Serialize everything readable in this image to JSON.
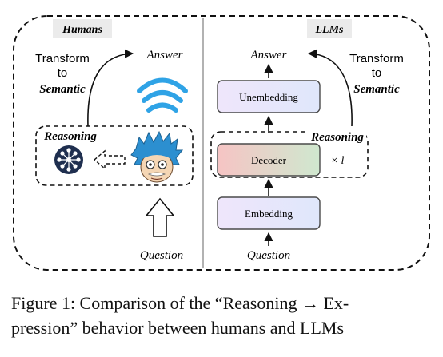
{
  "humans": {
    "label": "Humans",
    "output_label": "Answer",
    "transform_line1": "Transform",
    "transform_line2": "to",
    "transform_line3": "Semantic",
    "reasoning_label": "Reasoning",
    "input_label": "Question"
  },
  "llms": {
    "label": "LLMs",
    "output_label": "Answer",
    "transform_line1": "Transform",
    "transform_line2": "to",
    "transform_line3": "Semantic",
    "reasoning_label": "Reasoning",
    "input_label": "Question",
    "blocks": {
      "unembedding": "Unembedding",
      "decoder": "Decoder",
      "embedding": "Embedding"
    },
    "repeat_label": "× l"
  },
  "caption": {
    "line1": "Figure 1: Comparison of the “Reasoning → Ex-",
    "line2": "pression” behavior between humans and LLMs"
  },
  "colors": {
    "block_fill": "#e8e8fb",
    "block_stroke": "#4a4a4a",
    "decoder_gradient_start": "#f6c4c4",
    "decoder_gradient_end": "#cfe8cf",
    "brain_icon": "#1f2f4f",
    "signal_icon": "#2fa3e6",
    "hair": "#2c8fd0"
  },
  "icons": {
    "speech": "signal-waves-icon",
    "brain": "neural-network-icon",
    "human": "einstein-face-icon",
    "arrow": "hollow-up-arrow-icon"
  }
}
